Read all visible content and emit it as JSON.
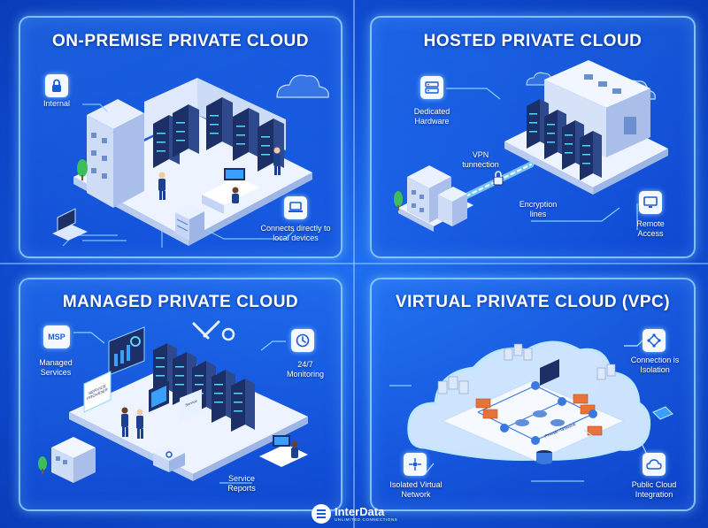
{
  "panels": [
    {
      "title": "ON-PREMISE PRIVATE CLOUD",
      "callouts": {
        "internal": "Internal",
        "connects": "Connects directly to local devices"
      }
    },
    {
      "title": "HOSTED PRIVATE CLOUD",
      "callouts": {
        "dedicated": "Dedicated Hardware",
        "vpn": "VPN tunnection",
        "encryption": "Encryption lines",
        "remote": "Remote Access"
      }
    },
    {
      "title": "MANAGED PRIVATE CLOUD",
      "callouts": {
        "msp_badge": "MSP",
        "managed": "Managed Services",
        "monitoring": "24/7 Monitoring",
        "reports": "Service Reports",
        "sign": "SERVICE PROVIDER",
        "tablet": "Service"
      }
    },
    {
      "title": "VIRTUAL PRIVATE CLOUD (VPC)",
      "callouts": {
        "connection": "Connection is Isolation",
        "isolated": "Isolated Virtual Network",
        "public": "Public Cloud Integration",
        "inner": "Private Network"
      }
    }
  ],
  "brand": {
    "name": "InterData",
    "tagline": "UNLIMITED CONNECTIONS"
  },
  "colors": {
    "background": "#1150d6",
    "panel_border": "#96d2ff",
    "server_dark": "#1c2f66",
    "led": "#5fd0ff",
    "firewall": "#e8733a"
  }
}
